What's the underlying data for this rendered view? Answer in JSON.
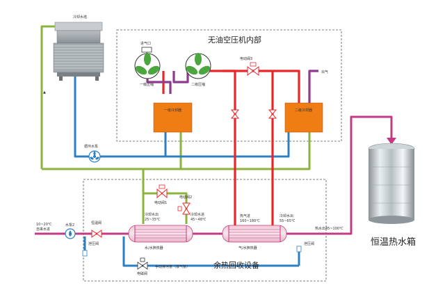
{
  "labels": {
    "cooling_tower": "冷却水塔",
    "compressor_title": "无油空压机内部",
    "air_inlet": "进气口",
    "stage1_compressor": "一级压缩",
    "stage2_compressor": "二级压缩",
    "stage1_cooler": "一级冷却器",
    "stage2_cooler": "二级冷却器",
    "electric_valve3": "电动阀3",
    "gas_out": "出气",
    "circ_pump": "循环水泵",
    "electric_valve1": "电动阀1",
    "electric_valve2": "电动阀2",
    "cooling_water_out1": "冷却水出",
    "temp1": "25~35℃",
    "cooling_water_in": "冷却水进",
    "temp2": "45~48℃",
    "hot_gas_in": "热气进",
    "temp3": "160~180℃",
    "cooling_water_out2": "冷却水出",
    "temp4": "55~65℃",
    "water_in_temp": "10~20℃",
    "tap_water_in": "自来水进",
    "pump2": "水泵2",
    "thermo_valve": "恒温阀",
    "relief_left": "泄压阀",
    "ww_exchanger": "水/水换热器",
    "ga_exchanger": "气/水换热器",
    "hot_water_out": "热水出45~100℃",
    "relief_right": "泄压阀",
    "recovery_title": "余热回收设备",
    "manual_drain": "手动排污管（接气管）",
    "solenoid": "电磁阀",
    "tank_title": "恒温热水箱"
  },
  "colors": {
    "red": "#e8272a",
    "purple": "#8e3a8e",
    "blue": "#2b7fc3",
    "green": "#8ab43b",
    "pink": "#c23a84",
    "orange": "#f07d14"
  }
}
